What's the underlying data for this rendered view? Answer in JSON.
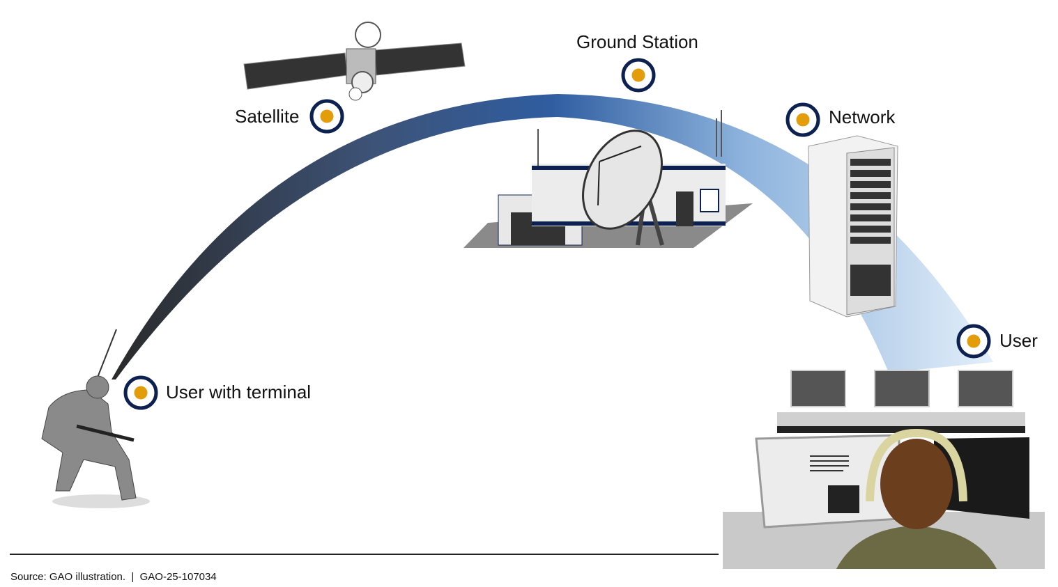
{
  "title": "Satellite communications path",
  "nodes": [
    {
      "id": "satellite",
      "label": "Satellite"
    },
    {
      "id": "ground",
      "label": "Ground Station"
    },
    {
      "id": "network",
      "label": "Network"
    },
    {
      "id": "user",
      "label": "User"
    },
    {
      "id": "terminal",
      "label": "User with terminal"
    }
  ],
  "colors": {
    "marker_ring": "#0d2150",
    "marker_dot": "#e39c0a",
    "arc_start": "#3a3a3a",
    "arc_mid": "#2e5c9e",
    "arc_end": "#d6e8f7"
  },
  "footer": {
    "source": "Source: GAO illustration.  |  GAO-25-107034"
  }
}
